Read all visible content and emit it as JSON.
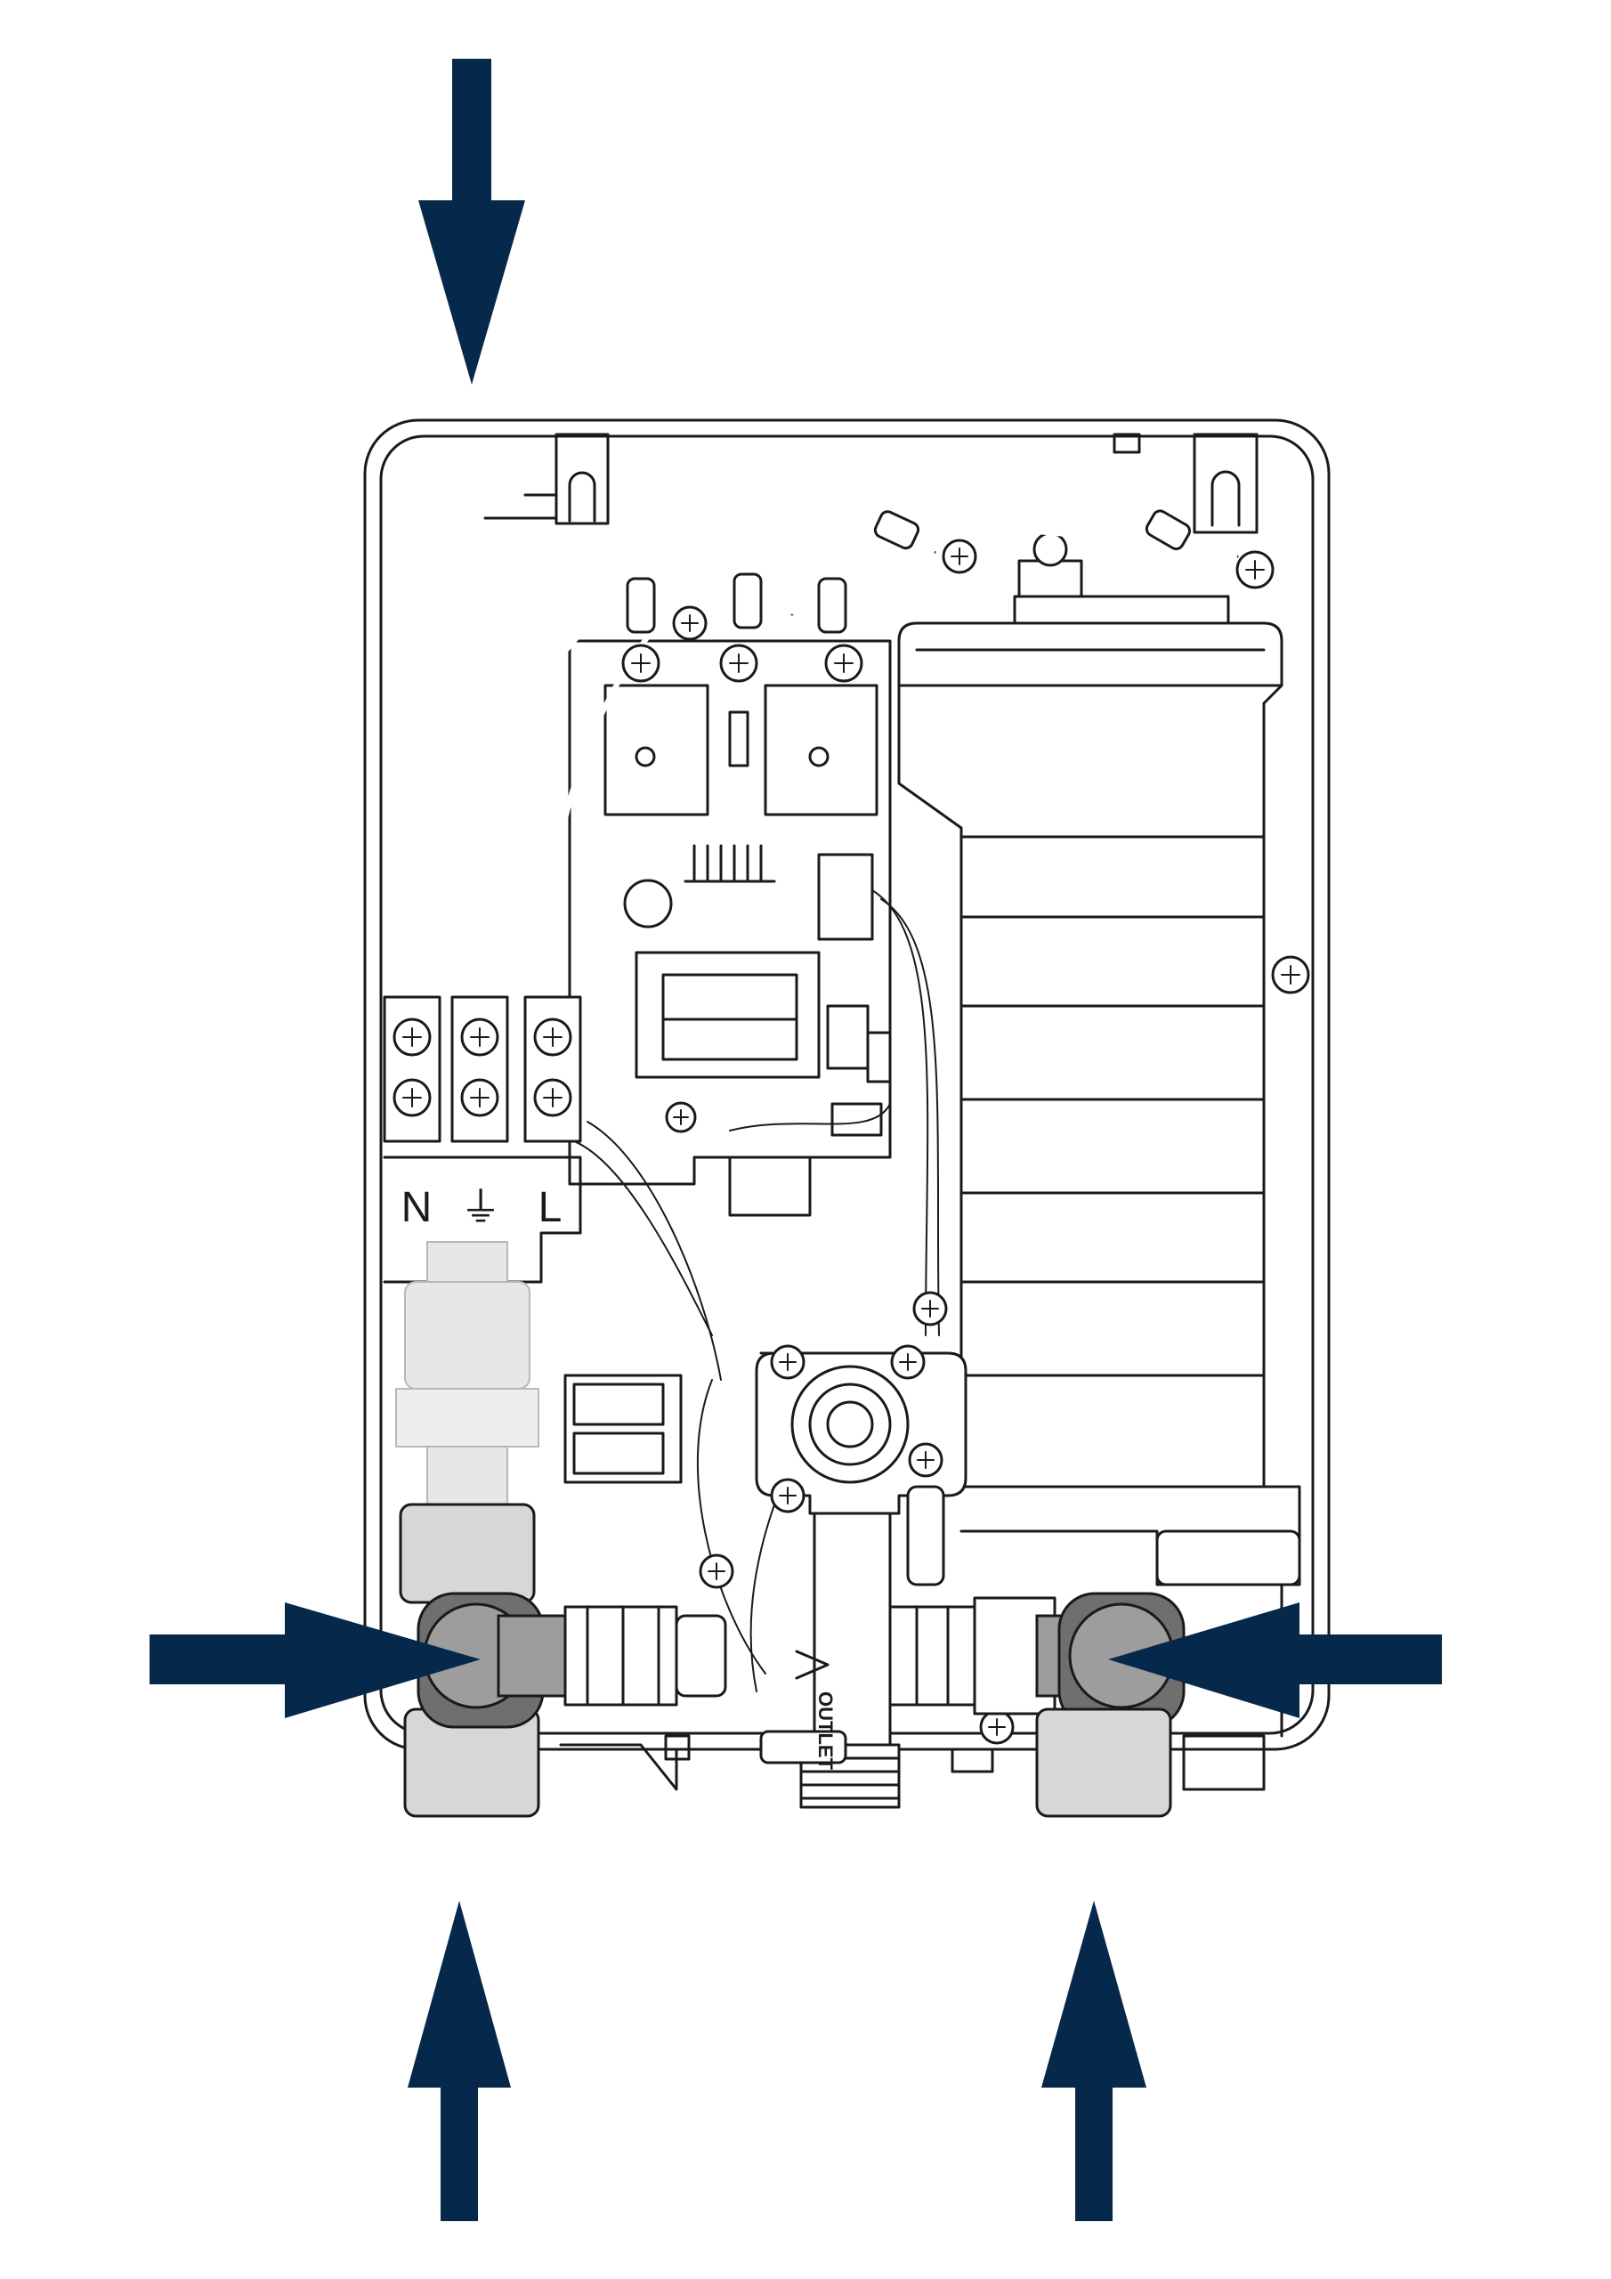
{
  "terminal_labels": {
    "neutral": "N",
    "earth": "⏚",
    "live": "L"
  },
  "outlet_label": "OUTLET",
  "colors": {
    "arrow": "#06284a",
    "pipe_grey": "#9d9d9d",
    "fitting_dark": "#6f6f6f",
    "pipe_light": "#d7d7d7",
    "line": "#1a1a1a"
  },
  "arrows": [
    {
      "id": "top",
      "direction": "down"
    },
    {
      "id": "left",
      "direction": "right"
    },
    {
      "id": "right",
      "direction": "left"
    },
    {
      "id": "bottom-left",
      "direction": "up"
    },
    {
      "id": "bottom-right",
      "direction": "up"
    }
  ]
}
